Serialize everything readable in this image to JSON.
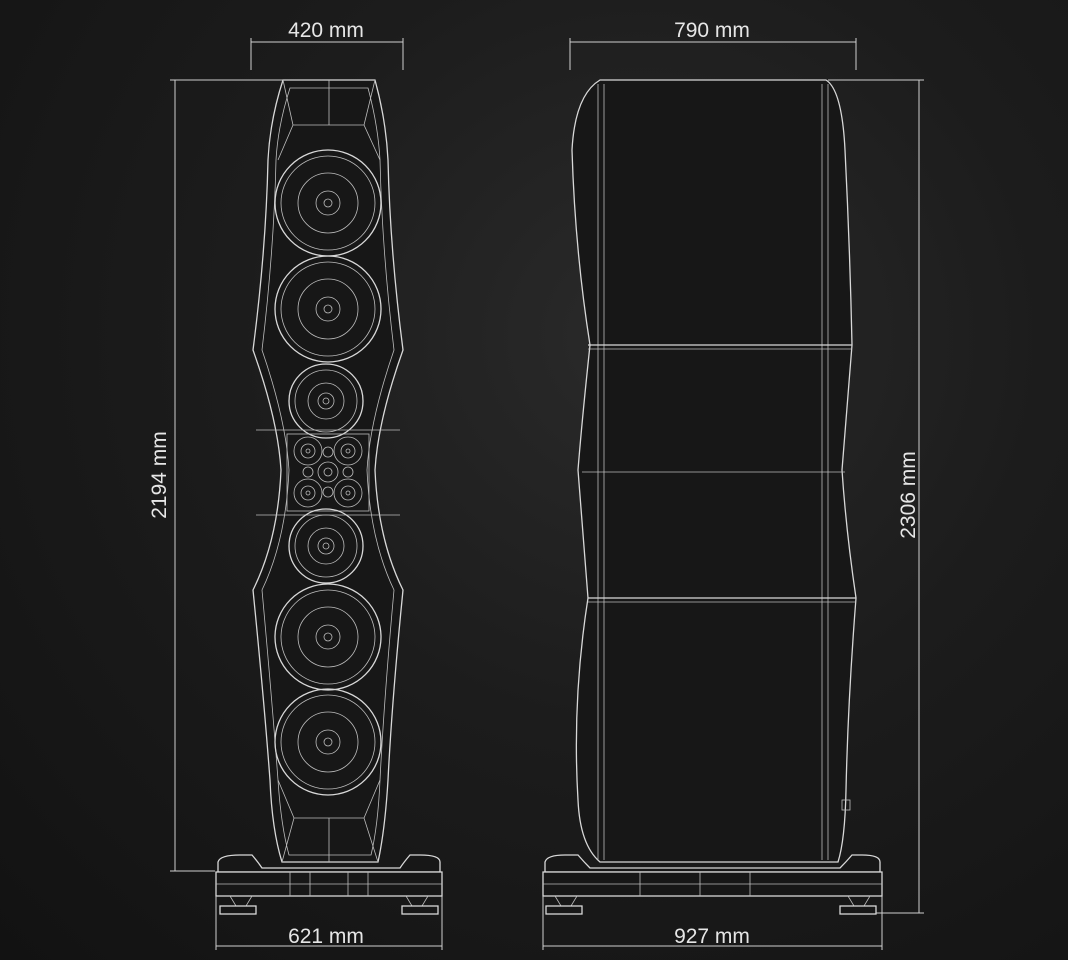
{
  "dimensions": {
    "front_width": "420 mm",
    "front_height": "2194 mm",
    "front_base_width": "621 mm",
    "side_depth": "790 mm",
    "side_height": "2306 mm",
    "side_base_depth": "927 mm"
  },
  "colors": {
    "background": "#1c1c1c",
    "line": "#d8d8d8",
    "text": "#e6e6e6"
  }
}
